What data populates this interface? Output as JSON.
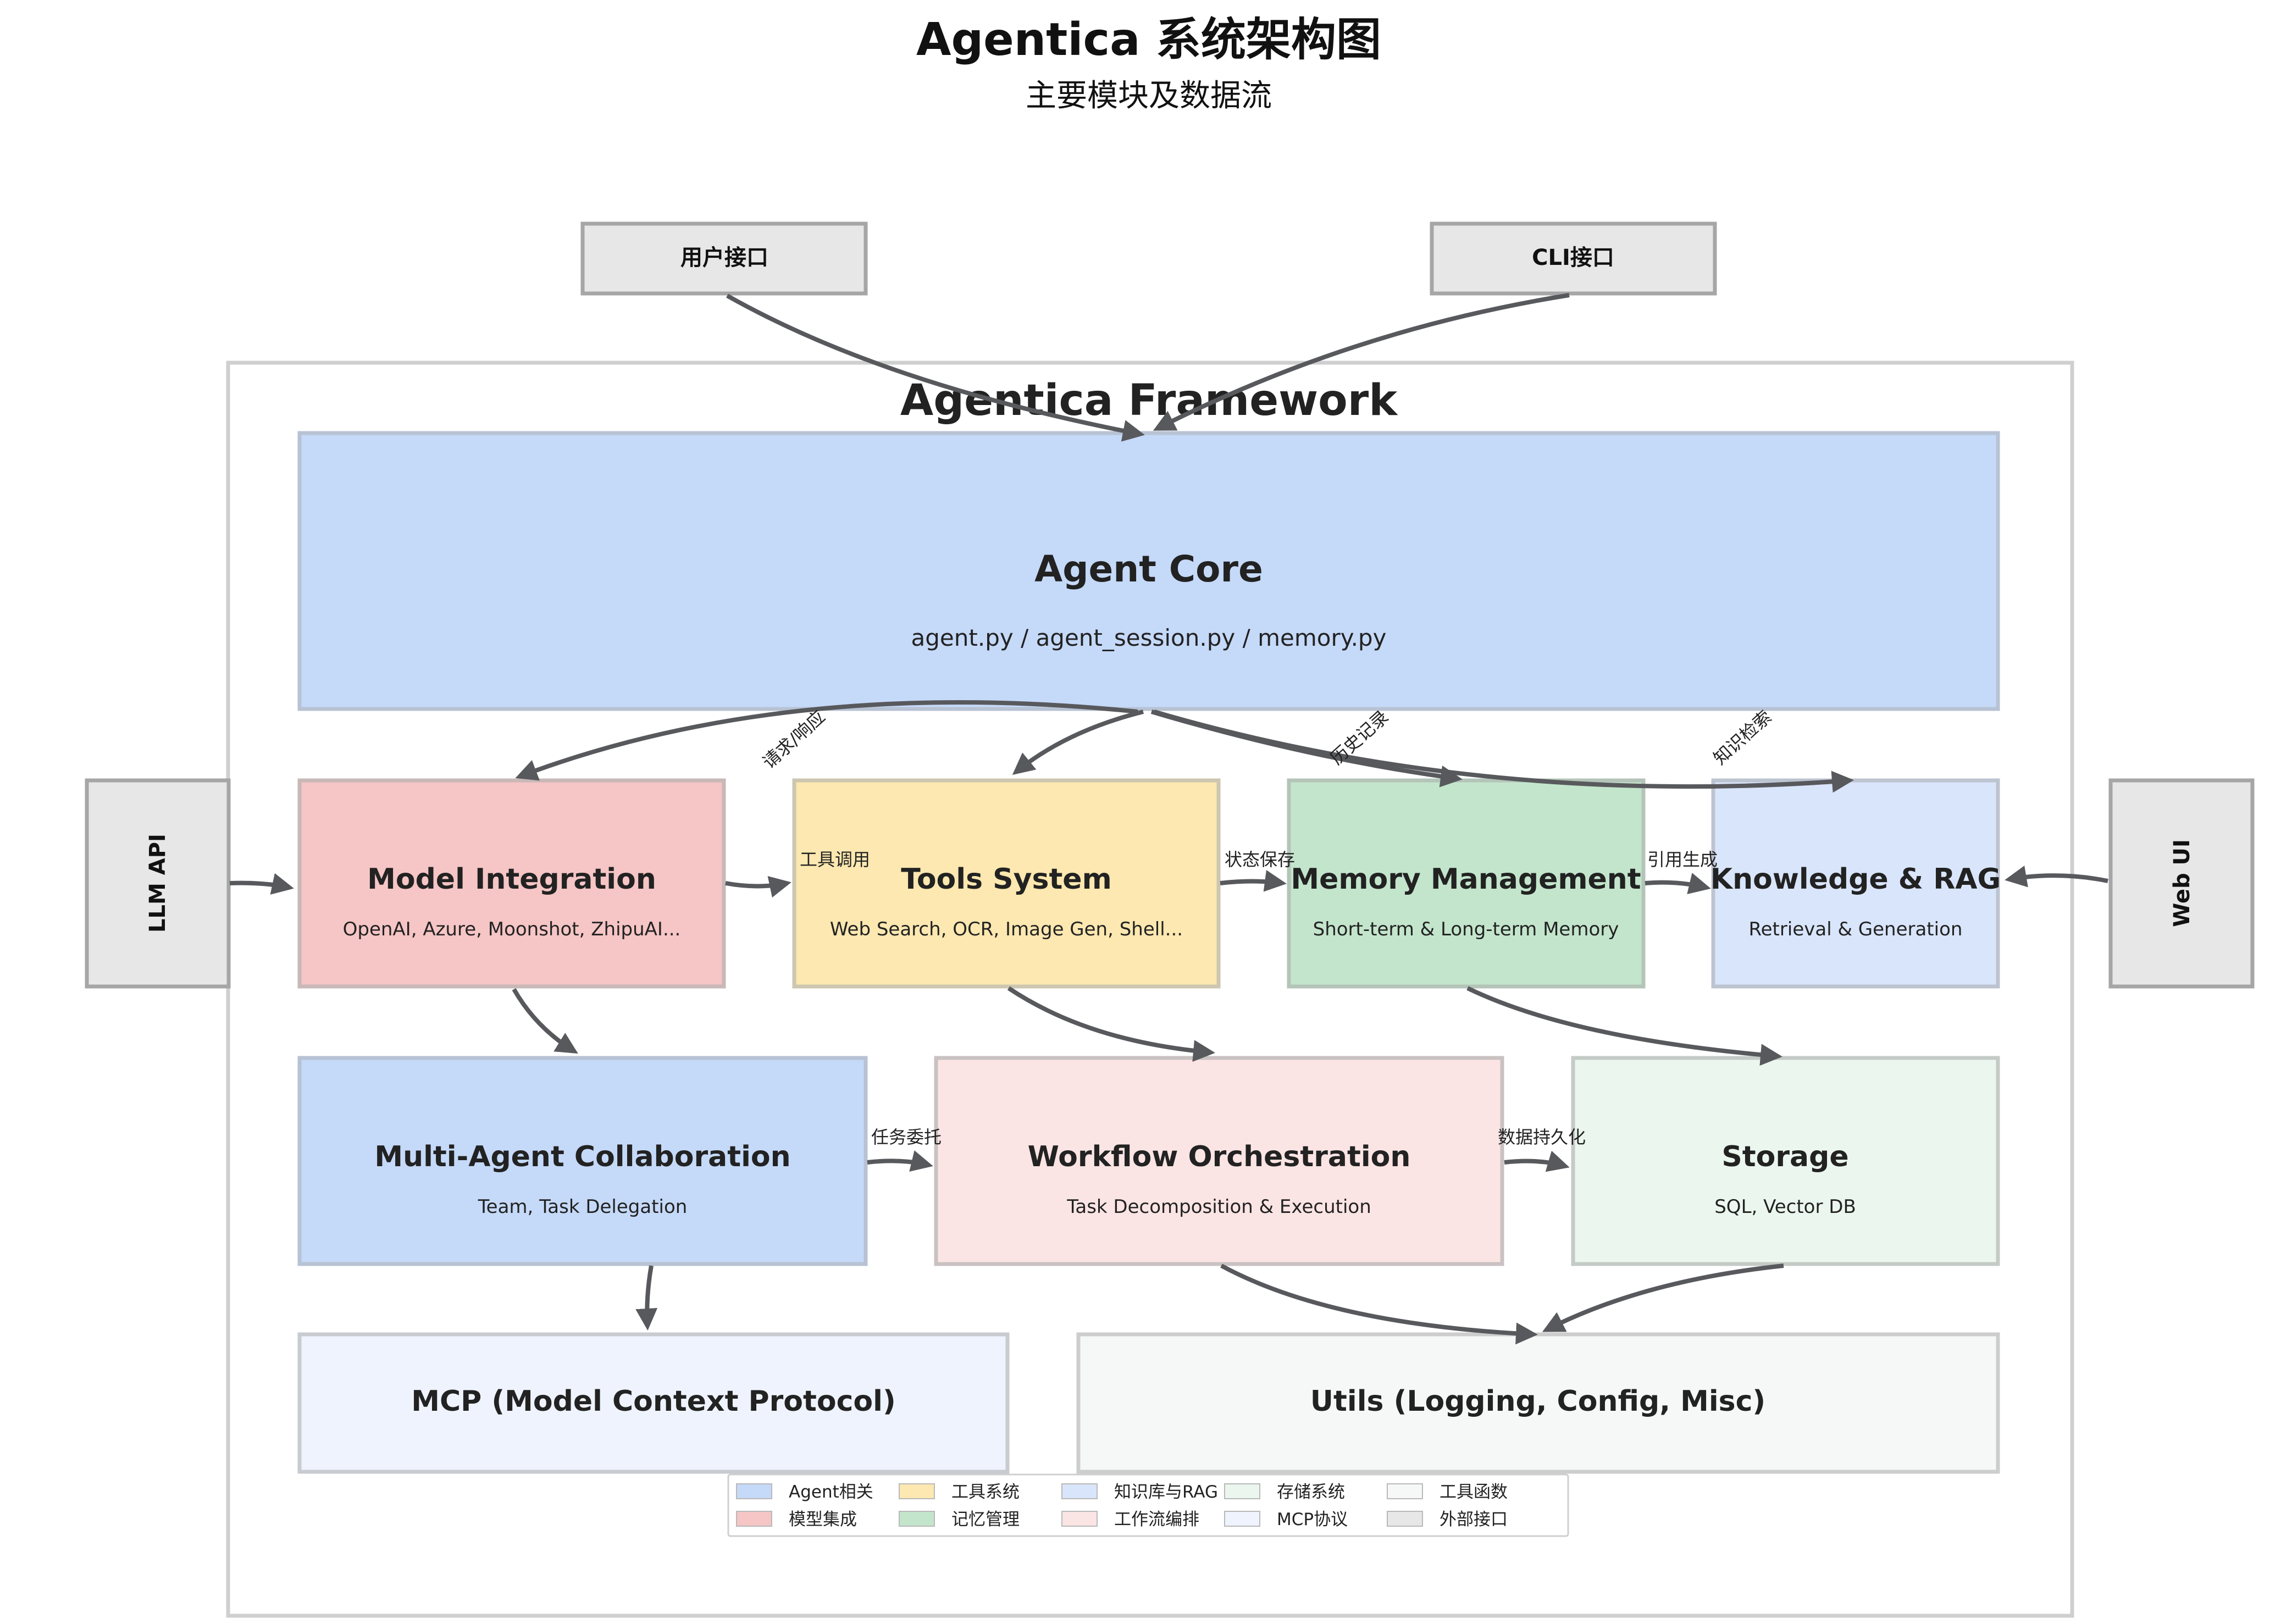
{
  "title": "Agentica 系统架构图",
  "subtitle": "主要模块及数据流",
  "frame_label": "Agentica Framework",
  "external": {
    "user_interface": "用户接口",
    "cli_interface": "CLI接口",
    "llm_api": "LLM API",
    "web_ui": "Web UI"
  },
  "modules": {
    "agent_core": {
      "title": "Agent Core",
      "subtitle": "agent.py / agent_session.py / memory.py"
    },
    "model_integration": {
      "title": "Model Integration",
      "subtitle": "OpenAI, Azure, Moonshot, ZhipuAI..."
    },
    "tools_system": {
      "title": "Tools System",
      "subtitle": "Web Search, OCR, Image Gen, Shell..."
    },
    "memory_management": {
      "title": "Memory Management",
      "subtitle": "Short-term & Long-term Memory"
    },
    "knowledge_rag": {
      "title": "Knowledge & RAG",
      "subtitle": "Retrieval & Generation"
    },
    "multi_agent": {
      "title": "Multi-Agent Collaboration",
      "subtitle": "Team, Task Delegation"
    },
    "workflow": {
      "title": "Workflow Orchestration",
      "subtitle": "Task Decomposition & Execution"
    },
    "storage": {
      "title": "Storage",
      "subtitle": "SQL, Vector DB"
    },
    "mcp": {
      "title": "MCP (Model Context Protocol)"
    },
    "utils": {
      "title": "Utils (Logging, Config, Misc)"
    }
  },
  "edge_labels": {
    "request_response": "请求/响应",
    "history": "历史记录",
    "knowledge_retrieval": "知识检索",
    "tool_call": "工具调用",
    "state_save": "状态保存",
    "citation": "引用生成",
    "task_delegation": "任务委托",
    "persistence": "数据持久化"
  },
  "colors": {
    "agent": "#c5d9f8",
    "model": "#f6c5c5",
    "tools": "#fce8b0",
    "memory": "#c3e5cc",
    "knowledge": "#d9e5fa",
    "workflow": "#fbe4e4",
    "storage": "#ebf6ee",
    "mcp": "#eef3fd",
    "utils": "#f6f8f7",
    "external": "#e7e7e7",
    "arrow": "#58595d"
  },
  "legend": [
    {
      "label": "Agent相关",
      "color": "#c5d9f8"
    },
    {
      "label": "模型集成",
      "color": "#f6c5c5"
    },
    {
      "label": "工具系统",
      "color": "#fce8b0"
    },
    {
      "label": "记忆管理",
      "color": "#c3e5cc"
    },
    {
      "label": "知识库与RAG",
      "color": "#d9e5fa"
    },
    {
      "label": "工作流编排",
      "color": "#fbe4e4"
    },
    {
      "label": "存储系统",
      "color": "#ebf6ee"
    },
    {
      "label": "MCP协议",
      "color": "#eef3fd"
    },
    {
      "label": "工具函数",
      "color": "#f6f8f7"
    },
    {
      "label": "外部接口",
      "color": "#e7e7e7"
    }
  ]
}
